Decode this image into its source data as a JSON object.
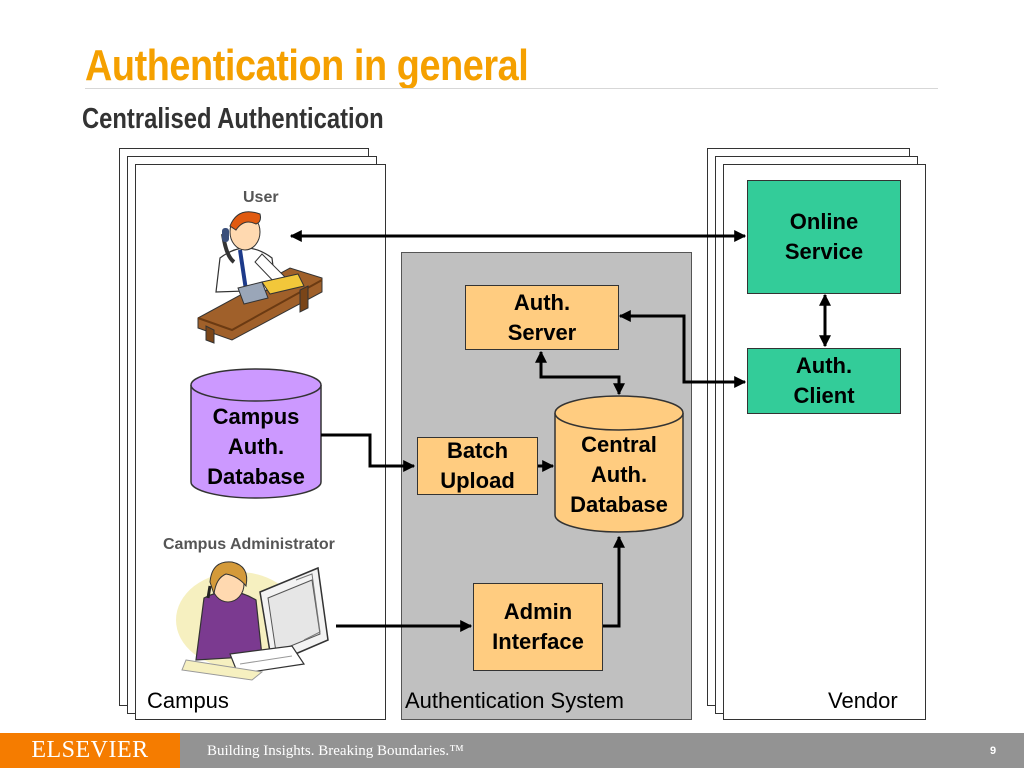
{
  "title": "Authentication in general",
  "subtitle": "Centralised Authentication",
  "panels": {
    "campus": "Campus",
    "auth_system": "Authentication System",
    "vendor": "Vendor"
  },
  "labels": {
    "user": "User",
    "campus_admin": "Campus Administrator"
  },
  "nodes": {
    "online_service": [
      "Online",
      "Service"
    ],
    "auth_client": [
      "Auth.",
      "Client"
    ],
    "auth_server": [
      "Auth.",
      "Server"
    ],
    "batch_upload": [
      "Batch",
      "Upload"
    ],
    "admin_interface": [
      "Admin",
      "Interface"
    ],
    "central_db": [
      "Central",
      "Auth.",
      "Database"
    ],
    "campus_db": [
      "Campus",
      "Auth.",
      "Database"
    ]
  },
  "colors": {
    "title": "#f5a000",
    "orange_box": "#ffcc80",
    "green_box": "#33cc99",
    "db_purple": "#cc99ff",
    "db_orange": "#ffcc80",
    "footer": "#939393",
    "logo": "#f57c00"
  },
  "footer": {
    "logo": "ELSEVIER",
    "tagline": "Building Insights. Breaking Boundaries.™",
    "page": "9"
  }
}
